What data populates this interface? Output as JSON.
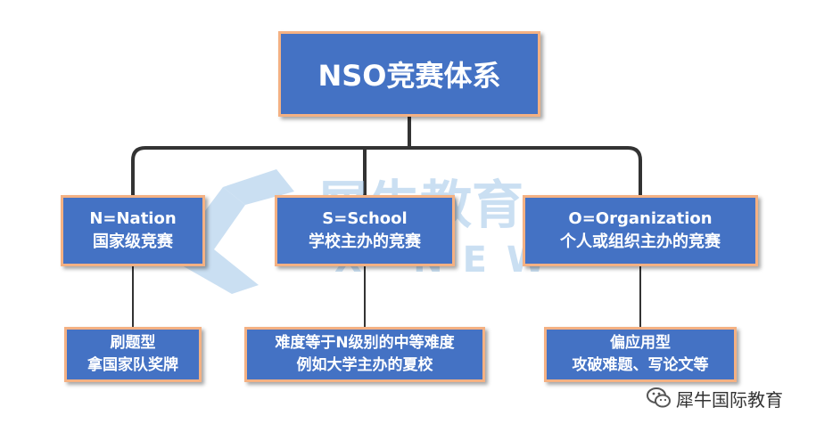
{
  "root": {
    "title": "NSO竞赛体系"
  },
  "branches": [
    {
      "title": "N=Nation",
      "subtitle": "国家级竞赛",
      "details": [
        "刷题型",
        "拿国家队奖牌"
      ]
    },
    {
      "title": "S=School",
      "subtitle": "学校主办的竞赛",
      "details": [
        "难度等于N级别的中等难度",
        "例如大学主办的夏校"
      ]
    },
    {
      "title": "O=Organization",
      "subtitle": "个人或组织主办的竞赛",
      "details": [
        "偏应用型",
        "攻破难题、写论文等"
      ]
    }
  ],
  "watermark": {
    "logo_text": "犀牛教育",
    "sub_text": "X-NEW"
  },
  "brand": {
    "icon": "wechat-icon",
    "name": "犀牛国际教育"
  },
  "colors": {
    "box_fill": "#4472c4",
    "box_border": "#f4b183",
    "connector": "#333333",
    "watermark": "#9fc5e8"
  }
}
